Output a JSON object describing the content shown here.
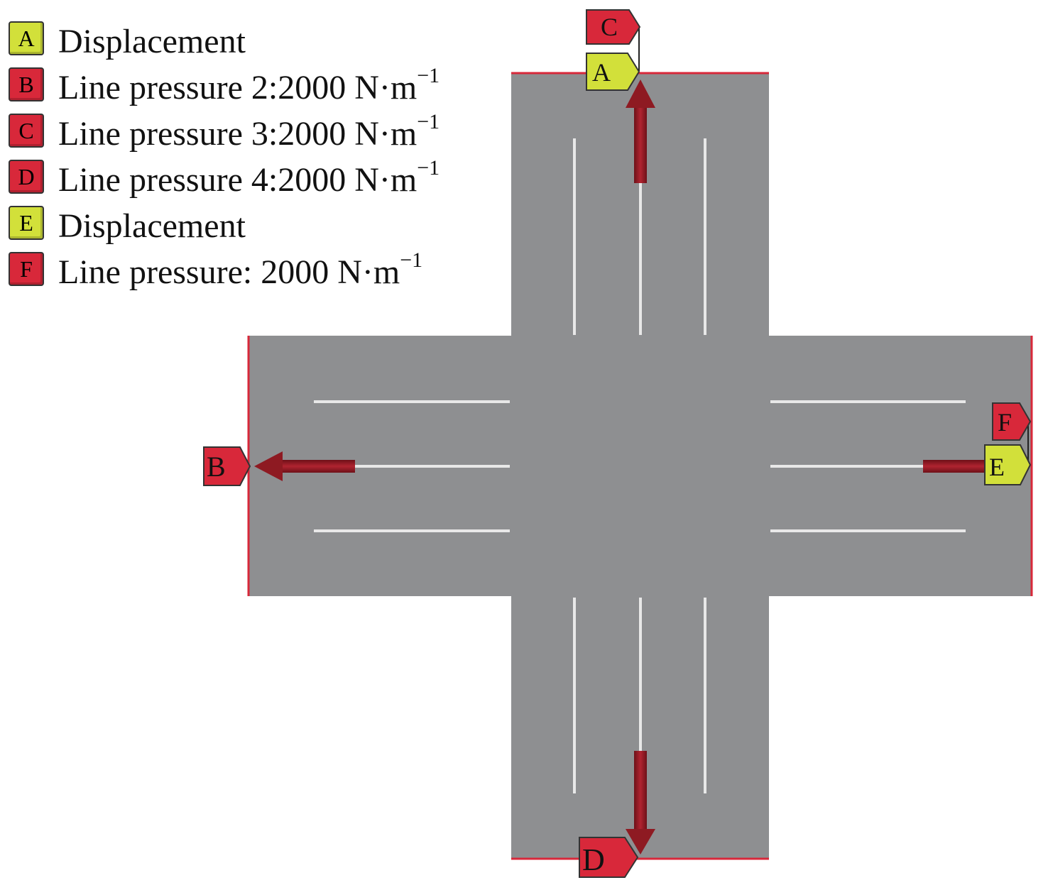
{
  "legend": [
    {
      "letter": "A",
      "label": "Displacement",
      "unit": "",
      "exp": "",
      "kind": "displacement"
    },
    {
      "letter": "B",
      "label": "Line pressure 2:2000 N·m",
      "unit": "",
      "exp": "−1",
      "kind": "pressure"
    },
    {
      "letter": "C",
      "label": "Line pressure 3:2000 N·m",
      "unit": "",
      "exp": "−1",
      "kind": "pressure"
    },
    {
      "letter": "D",
      "label": "Line pressure 4:2000 N·m",
      "unit": "",
      "exp": "−1",
      "kind": "pressure"
    },
    {
      "letter": "E",
      "label": "Displacement",
      "unit": "",
      "exp": "",
      "kind": "displacement"
    },
    {
      "letter": "F",
      "label": "Line pressure: 2000 N·m",
      "unit": "",
      "exp": "−1",
      "kind": "pressure"
    }
  ],
  "colors": {
    "displacement": "#d2e03a",
    "pressure": "#d8283a",
    "road": "#8e8f91",
    "lane_marking": "#e8e8e8",
    "boundary": "#d8283a",
    "arrow": "#8e1a22"
  },
  "markers": {
    "A": "A",
    "B": "B",
    "C": "C",
    "D": "D",
    "E": "E",
    "F": "F"
  }
}
